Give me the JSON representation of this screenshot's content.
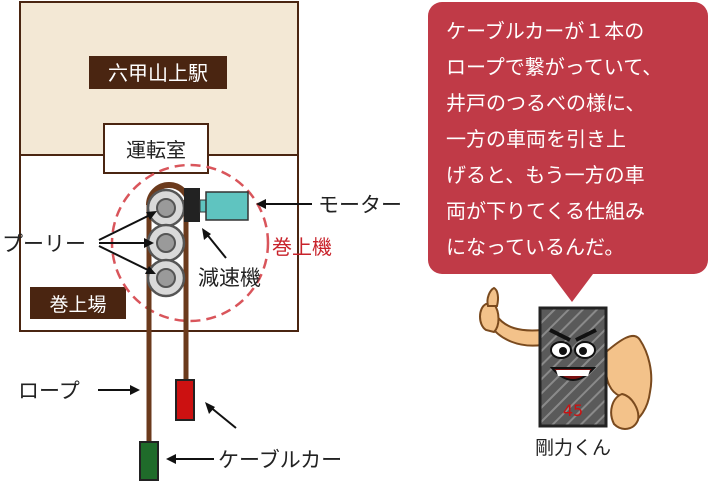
{
  "station": {
    "name": "六甲山上駅",
    "control_room": "運転室",
    "winding_area": "巻上場"
  },
  "labels": {
    "motor": "モーター",
    "hoist": "巻上機",
    "pulleys": "プーリー",
    "reducer": "減速機",
    "rope": "ロープ",
    "car": "ケーブルカー"
  },
  "speech_bubble": {
    "lines": [
      "ケーブルカーが１本の",
      "ロープで繋がっていて、",
      "井戸のつるべの様に、",
      "一方の車両を引き上",
      "げると、もう一方の車",
      "両が下りてくる仕組み",
      "になっているんだ。"
    ]
  },
  "mascot": {
    "name": "剛力くん",
    "badge_number": "45"
  },
  "colors": {
    "station_top_fill": "#f3e8d5",
    "dark_brown": "#4a2511",
    "rope": "#6b3a1c",
    "hoist_circle": "#d9555b",
    "hoist_text": "#c8232b",
    "motor": "#5fc4c0",
    "car_red": "#cc1111",
    "car_green": "#1f6b2a",
    "bubble": "#c03a47",
    "mascot_skin": "#f3c28a",
    "mascot_body": "#555555"
  }
}
